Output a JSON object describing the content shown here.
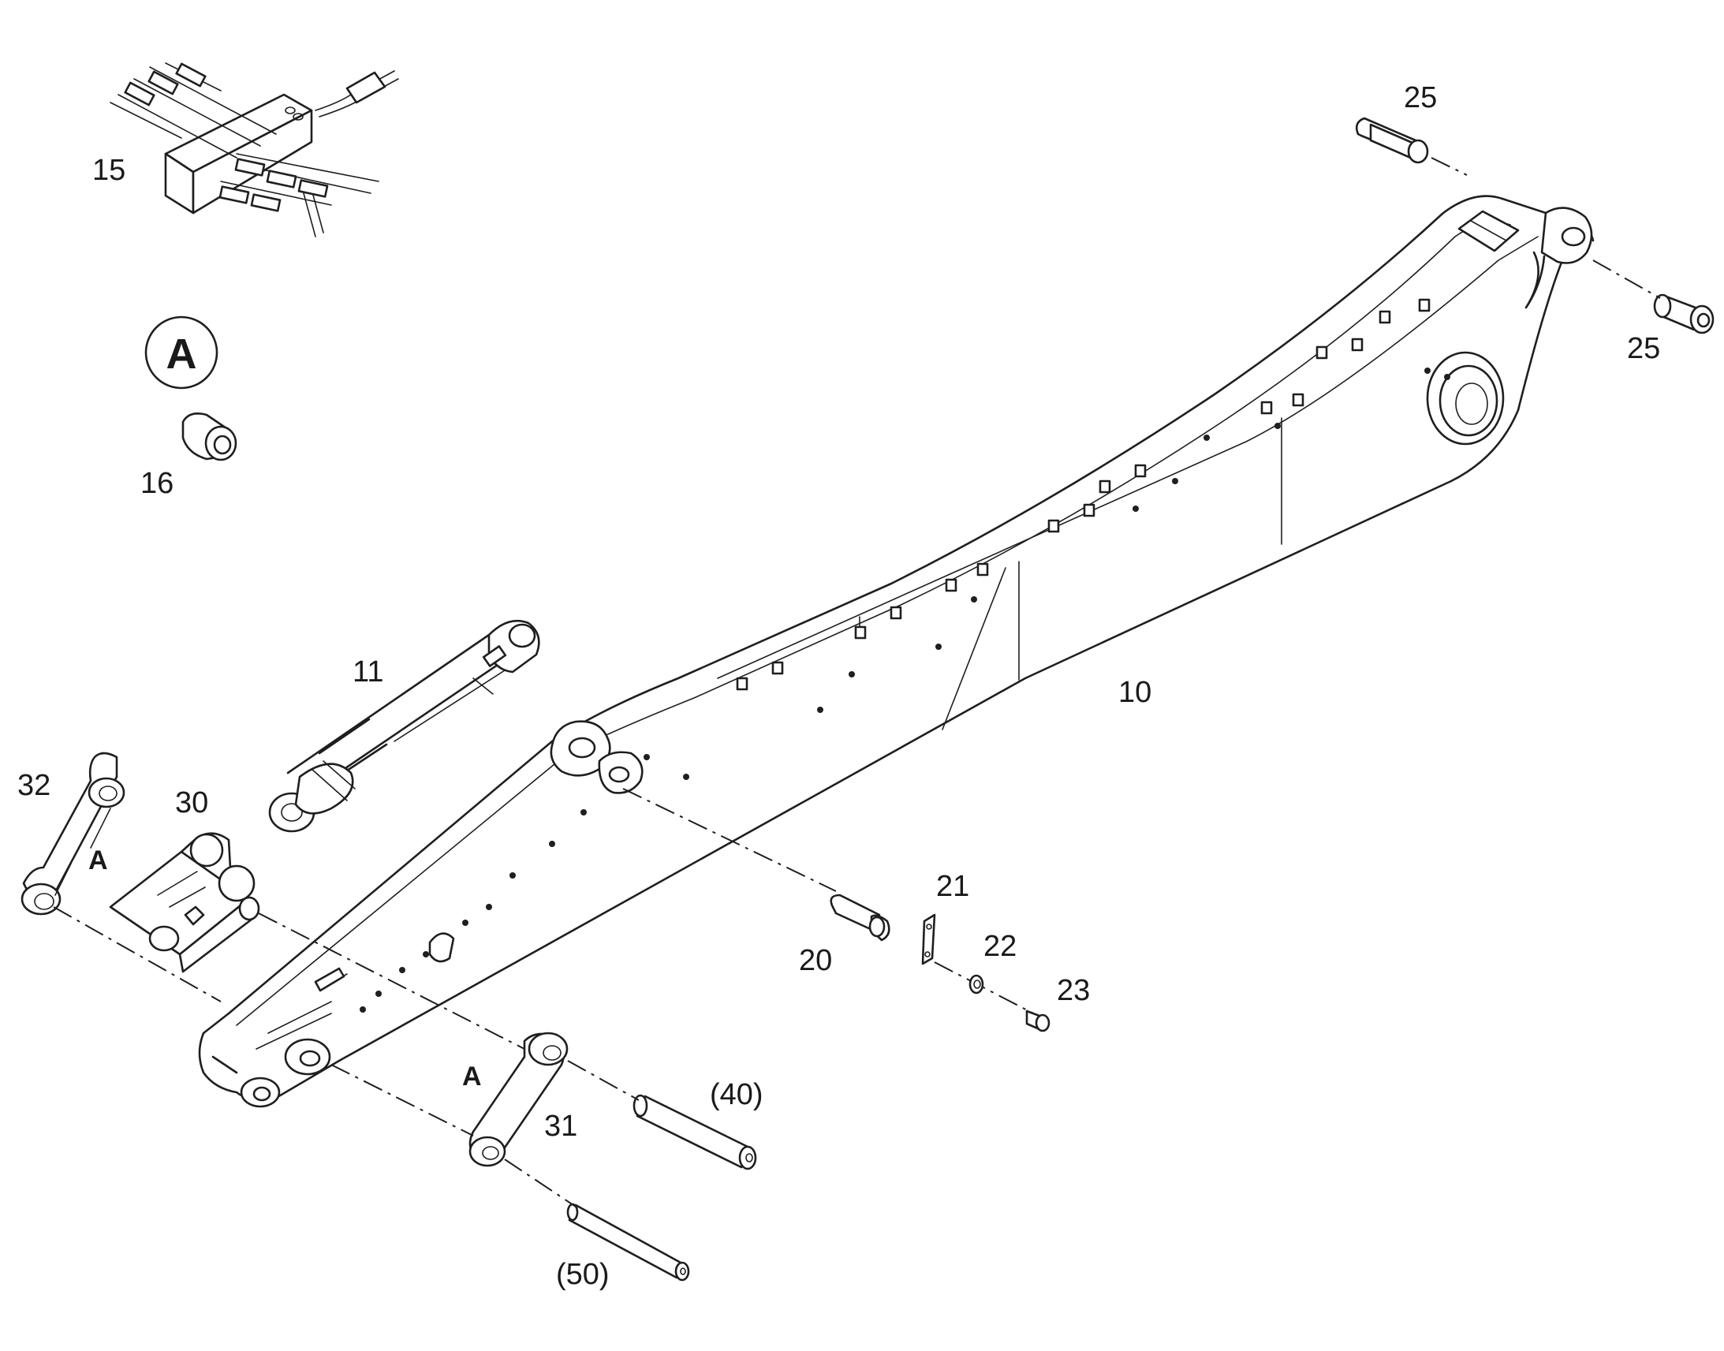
{
  "parts": {
    "boom": "10",
    "arm_cylinder": "11",
    "valve_block": "15",
    "bushing": "16",
    "pin_20": "20",
    "plate_21": "21",
    "washer_22": "22",
    "bolt_23": "23",
    "pin_top_left": "25",
    "pin_top_right": "25",
    "bucket_link": "30",
    "link_31": "31",
    "link_32": "32",
    "pin_40": "(40)",
    "pin_50": "(50)"
  },
  "detail_markers": {
    "circle_a": "A",
    "marker_a_left": "A",
    "marker_a_bottom": "A"
  }
}
